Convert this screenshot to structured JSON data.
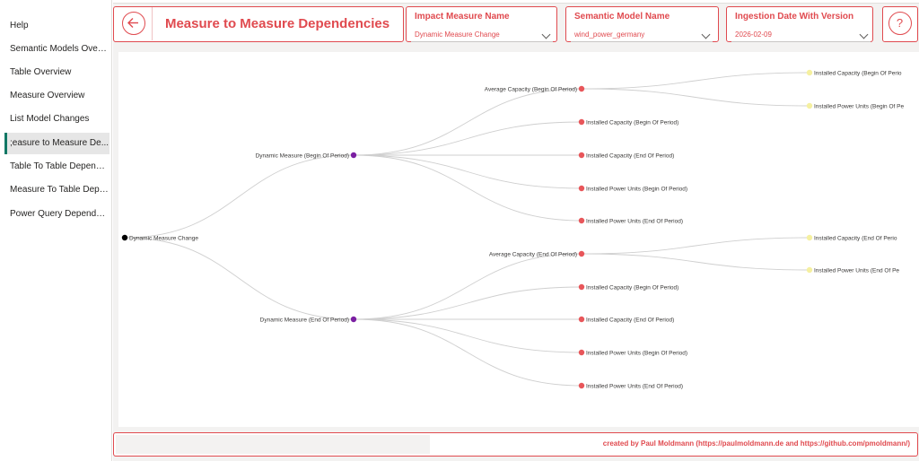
{
  "sidebar": {
    "items": [
      {
        "label": "Help",
        "active": false
      },
      {
        "label": "Semantic Models Overv...",
        "active": false
      },
      {
        "label": "Table Overview",
        "active": false
      },
      {
        "label": "Measure Overview",
        "active": false
      },
      {
        "label": "List Model Changes",
        "active": false
      },
      {
        "label": ";easure to Measure De...",
        "active": true
      },
      {
        "label": "Table To Table Depende...",
        "active": false
      },
      {
        "label": "Measure To Table Depe...",
        "active": false
      },
      {
        "label": "Power Query Dependen...",
        "active": false
      }
    ]
  },
  "header": {
    "title": "Measure to Measure Dependencies",
    "back_icon": "arrow-left-circle-icon",
    "help_icon": "question-circle-icon",
    "slicers": [
      {
        "label": "Impact Measure Name",
        "value": "Dynamic Measure Change"
      },
      {
        "label": "Semantic Model Name",
        "value": "wind_power_germany"
      },
      {
        "label": "Ingestion Date With Version",
        "value": "2026-02-09"
      }
    ]
  },
  "tree": {
    "root": {
      "label": "Dynamic Measure Change",
      "color": "#000000"
    },
    "level1": [
      {
        "label": "Dynamic Measure (Begin Of Period)",
        "color": "#7b1fa2"
      },
      {
        "label": "Dynamic Measure (End Of Period)",
        "color": "#7b1fa2"
      }
    ],
    "level2": [
      {
        "label": "Average Capacity (Begin Of Period)",
        "parent": 0
      },
      {
        "label": "Installed Capacity (Begin Of Period)",
        "parent": 0
      },
      {
        "label": "Installed Capacity (End Of Period)",
        "parent": 0
      },
      {
        "label": "Installed Power Units (Begin Of Period)",
        "parent": 0
      },
      {
        "label": "Installed Power Units (End Of Period)",
        "parent": 0
      },
      {
        "label": "Average Capacity (End Of Period)",
        "parent": 1
      },
      {
        "label": "Installed Capacity (Begin Of Period)",
        "parent": 1
      },
      {
        "label": "Installed Capacity (End Of Period)",
        "parent": 1
      },
      {
        "label": "Installed Power Units (Begin Of Period)",
        "parent": 1
      },
      {
        "label": "Installed Power Units (End Of Period)",
        "parent": 1
      }
    ],
    "level3": [
      {
        "label": "Installed Capacity (Begin Of Perio",
        "parent": 0
      },
      {
        "label": "Installed Power Units (Begin Of Pe",
        "parent": 0
      },
      {
        "label": "Installed Capacity (End Of Perio",
        "parent": 5
      },
      {
        "label": "Installed Power Units (End Of Pe",
        "parent": 5
      }
    ],
    "colors": {
      "level2": "#e8565a",
      "level3": "#f5f0a0",
      "link": "#cfcfcf"
    }
  },
  "footer": {
    "credit": "created by Paul Moldmann (https://paulmoldmann.de and https://github.com/pmoldmann/)"
  }
}
